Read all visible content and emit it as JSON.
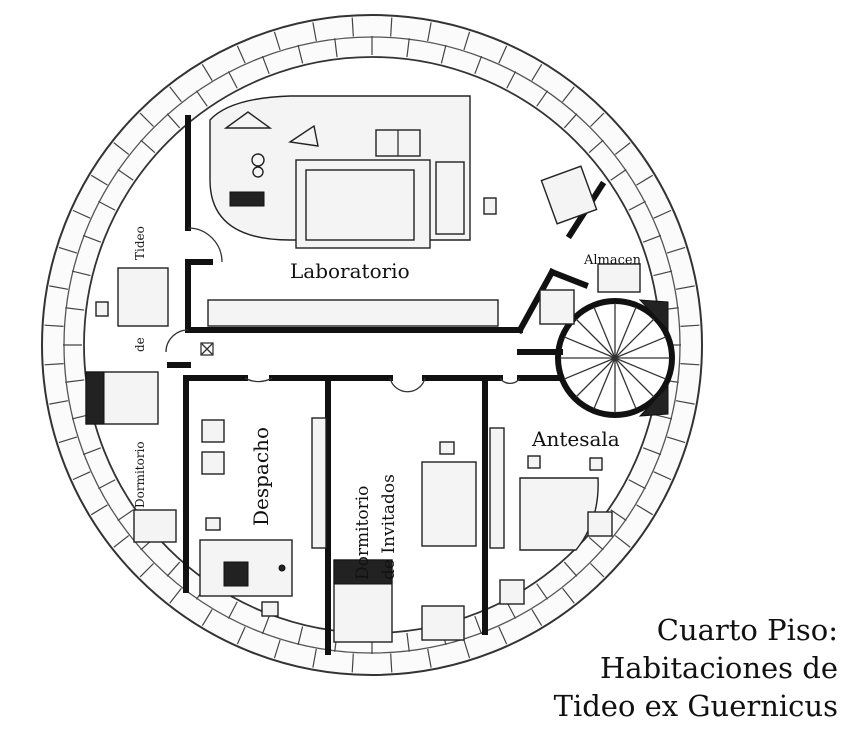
{
  "rooms": {
    "laboratorio": "Laboratorio",
    "almacen": "Almacen",
    "despacho": "Despacho",
    "dormitorio_invitados_1": "Dormitorio",
    "dormitorio_invitados_2": "de Invitados",
    "antesala": "Antesala",
    "dormitorio_tideo_1": "Dormitorio",
    "dormitorio_tideo_2": "de",
    "dormitorio_tideo_3": "Tideo"
  },
  "title": {
    "line1": "Cuarto Piso:",
    "line2": "Habitaciones de",
    "line3": "Tideo ex Guernicus"
  }
}
